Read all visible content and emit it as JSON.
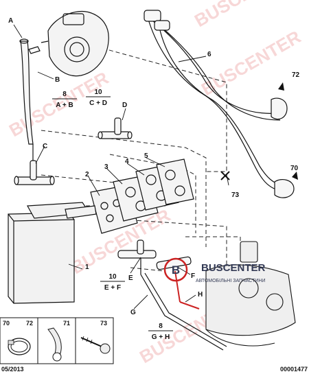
{
  "callouts": {
    "A": "A",
    "B": "B",
    "C": "C",
    "D": "D",
    "E": "E",
    "F": "F",
    "G": "G",
    "H": "H",
    "n1": "1",
    "n2": "2",
    "n3": "3",
    "n4": "4",
    "n5": "5",
    "n6": "6",
    "n70": "70",
    "n72": "72",
    "n73": "73"
  },
  "formulas": [
    {
      "num": "8",
      "expr": "A + B"
    },
    {
      "num": "10",
      "expr": "C + D"
    },
    {
      "num": "10",
      "expr": "E + F"
    },
    {
      "num": "8",
      "expr": "G + H"
    }
  ],
  "legend": [
    {
      "left": "70",
      "right": "72"
    },
    {
      "left": "71"
    },
    {
      "left": "73"
    }
  ],
  "footer": {
    "date": "05/2013",
    "code": "00001477"
  },
  "watermark": {
    "text": "BUSCENTER"
  },
  "logo": {
    "brand": "BUSCENTER",
    "tagline": "АВТОМОБІЛЬНІ ЗАПЧАСТИНИ",
    "mark": "B"
  }
}
